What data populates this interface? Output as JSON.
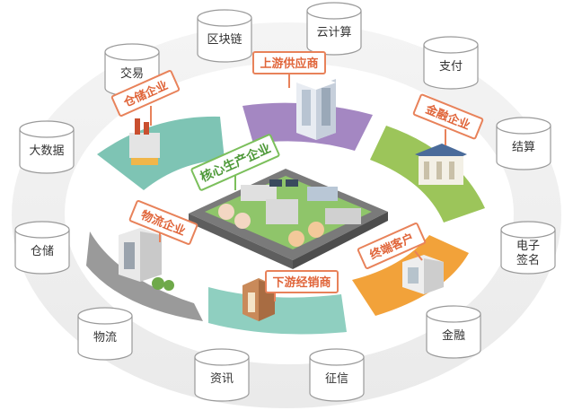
{
  "services": [
    {
      "label": "区块链"
    },
    {
      "label": "云计算"
    },
    {
      "label": "支付"
    },
    {
      "label": "结算"
    },
    {
      "label": "电子",
      "label2": "签名"
    },
    {
      "label": "金融"
    },
    {
      "label": "征信"
    },
    {
      "label": "资讯"
    },
    {
      "label": "物流"
    },
    {
      "label": "仓储"
    },
    {
      "label": "大数据"
    },
    {
      "label": "交易"
    }
  ],
  "participants": {
    "center": "核心生产企业",
    "supplier": "上游供应商",
    "warehouse": "仓储企业",
    "finance": "金融企业",
    "logistics": "物流企业",
    "distributor": "下游经销商",
    "terminal": "终端客户"
  },
  "colors": {
    "outer_ring": "#f2f2f2",
    "inner_ring": "#ffffff",
    "teal": "#7ec4b4",
    "purple": "#a487c2",
    "green": "#9cc55a",
    "gray": "#9a9a9a",
    "orange": "#f2a23a",
    "sign_border": "#e8825a",
    "center_sign_border": "#7bbf5b"
  },
  "icons": [
    "building-icon",
    "factory-icon",
    "bank-icon",
    "house-icon",
    "plant-icon"
  ]
}
